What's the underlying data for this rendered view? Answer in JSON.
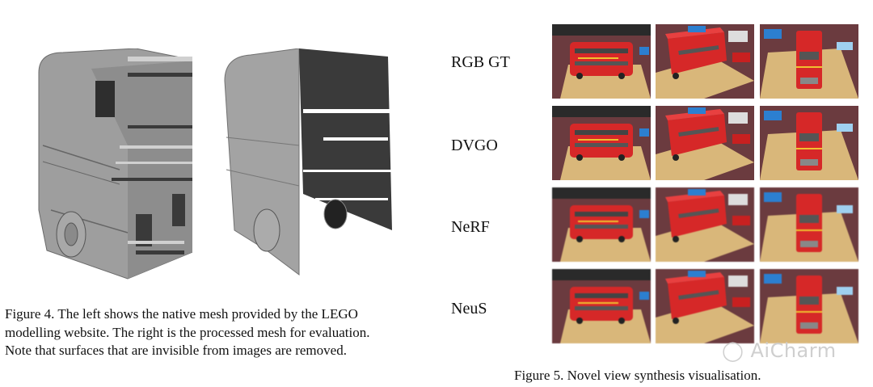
{
  "figure4": {
    "panels": [
      {
        "name": "native-mesh",
        "description": "Native LEGO bus mesh with interior parts"
      },
      {
        "name": "processed-mesh",
        "description": "Processed mesh with invisible surfaces removed"
      }
    ],
    "caption": "Figure 4. The left shows the native mesh provided by the LEGO modelling website. The right is the processed mesh for evaluation. Note that surfaces that are invisible from images are removed.",
    "caption_lines": [
      "Figure 4.  The left shows the native mesh provided by the LEGO",
      "modelling website. The right is the processed mesh for evaluation.",
      "Note that surfaces that are invisible from images are removed."
    ]
  },
  "figure5": {
    "rows": [
      {
        "label": "RGB GT"
      },
      {
        "label": "DVGO"
      },
      {
        "label": "NeRF"
      },
      {
        "label": "NeuS"
      }
    ],
    "views": [
      "side view",
      "angled view",
      "front view"
    ],
    "caption": "Figure 5. Novel view synthesis visualisation."
  },
  "watermark": {
    "text": "AiCharm",
    "icon": "wechat-icon"
  },
  "colors": {
    "bus_red": "#d62828",
    "wood": "#d9b77a",
    "carpet": "#6b3b3f",
    "mesh_gray": "#9c9c9c",
    "mesh_dark": "#3a3a3a"
  }
}
